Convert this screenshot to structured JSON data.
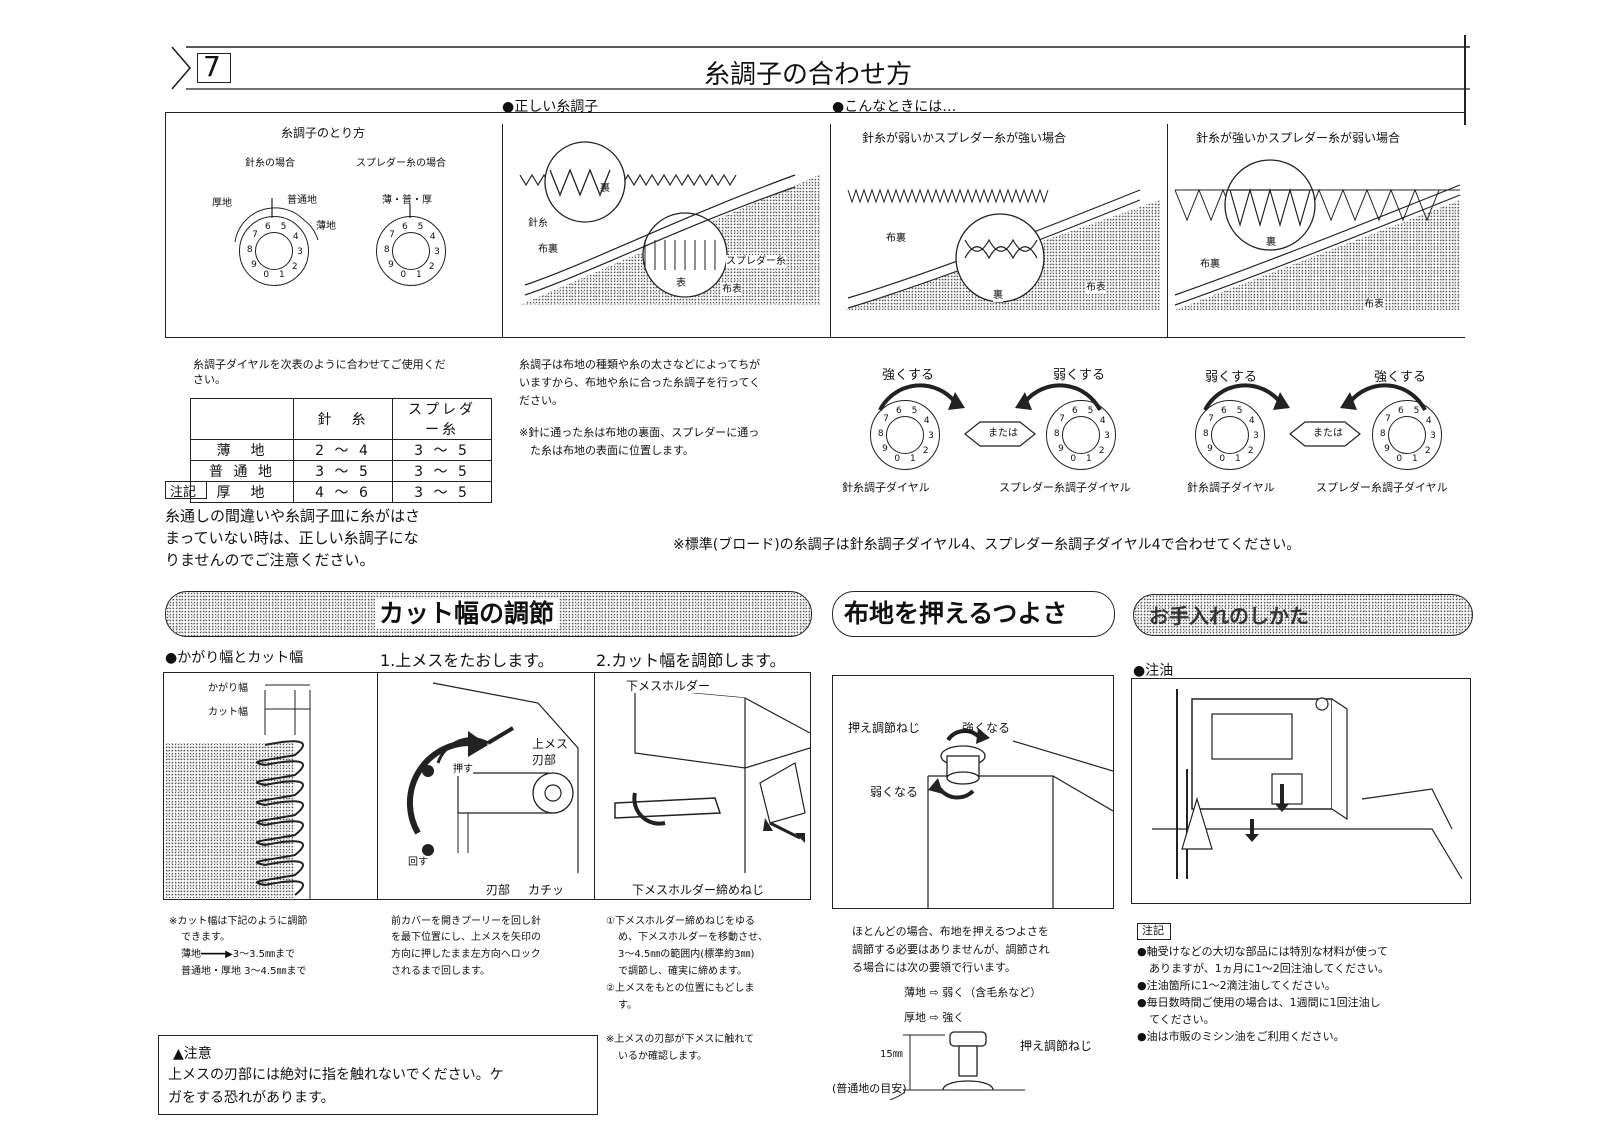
{
  "header": {
    "section_number": "7",
    "title": "糸調子の合わせ方",
    "correct_label": "●正しい糸調子",
    "when_label": "●こんなときには…"
  },
  "dial_guide": {
    "title": "糸調子のとり方",
    "needle_case": "針糸の場合",
    "spreader_case": "スプレダー糸の場合",
    "thick": "厚地",
    "normal": "普通地",
    "thin": "薄地",
    "spreader_all": "薄・普・厚",
    "dial_numbers": [
      "5",
      "4",
      "3",
      "2",
      "1",
      "0",
      "9",
      "8",
      "7",
      "6"
    ]
  },
  "correct_diagram": {
    "needle_thread": "針糸",
    "back": "裏",
    "fabric_back": "布裏",
    "spreader": "スプレダー糸",
    "front": "表",
    "fabric_front": "布表"
  },
  "case1": {
    "title": "針糸が弱いかスプレダー糸が強い場合",
    "fabric_back": "布裏",
    "back": "裏",
    "fabric_front": "布表"
  },
  "case2": {
    "title": "針糸が強いかスプレダー糸が弱い場合",
    "back": "裏",
    "fabric_back": "布裏",
    "fabric_front": "布表"
  },
  "usage": {
    "text1": "糸調子ダイヤルを次表のように合わせてご使用くだ",
    "text2": "さい。",
    "table_header": [
      "",
      "針　糸",
      "スプレダー糸"
    ],
    "table_rows": [
      [
        "薄　地",
        "2 ～ 4",
        "3 ～ 5"
      ],
      [
        "普 通 地",
        "3 ～ 5",
        "3 ～ 5"
      ],
      [
        "厚　地",
        "4 ～ 6",
        "3 ～ 5"
      ]
    ]
  },
  "note": {
    "label": "注記",
    "line1": "糸通しの間違いや糸調子皿に糸がはさ",
    "line2": "まっていない時は、正しい糸調子にな",
    "line3": "りませんのでご注意ください。"
  },
  "explain": {
    "line1": "糸調子は布地の種類や糸の太さなどによってちが",
    "line2": "いますから、布地や糸に合った糸調子を行ってく",
    "line3": "ださい。",
    "line4": "※針に通った糸は布地の裏面、スプレダーに通っ",
    "line5": "た糸は布地の表面に位置します。"
  },
  "adjust": {
    "stronger": "強くする",
    "weaker": "弱くする",
    "or": "または",
    "needle_dial": "針糸調子ダイヤル",
    "spreader_dial": "スプレダー糸調子ダイヤル"
  },
  "standard_note": "※標準(ブロード)の糸調子は針糸調子ダイヤル4、スプレダー糸調子ダイヤル4で合わせてください。",
  "cut_section": {
    "title": "カット幅の調節",
    "width_heading": "●かがり幅とカット幅",
    "step1": "1.上メスをたおします。",
    "step2": "2.カット幅を調節します。",
    "overlock_width": "かがり幅",
    "cut_width": "カット幅",
    "upper_knife": "上メス",
    "blade": "刃部",
    "push": "押す",
    "turn": "回す",
    "blade_part": "刃部",
    "click": "カチッ",
    "lower_holder": "下メスホルダー",
    "holder_screw": "下メスホルダー締めねじ",
    "note_a1": "※カット幅は下記のように調節",
    "note_a2": "できます。",
    "note_a3": "薄地━━━━▶3～3.5㎜まで",
    "note_a4": "普通地・厚地 3～4.5㎜まで",
    "note_b1": "前カバーを開きプーリーを回し針",
    "note_b2": "を最下位置にし、上メスを矢印の",
    "note_b3": "方向に押したまま左方向へロック",
    "note_b4": "されるまで回します。",
    "note_c1": "①下メスホルダー締めねじをゆる",
    "note_c2": "め、下メスホルダーを移動させ、",
    "note_c3": "3～4.5㎜の範囲内(標準約3㎜)",
    "note_c4": "で調節し、確実に締めます。",
    "note_c5": "②上メスをもとの位置にもどしま",
    "note_c6": "す。",
    "note_c7": "※上メスの刃部が下メスに触れて",
    "note_c8": "いるか確認します。"
  },
  "caution": {
    "label": "▲注意",
    "line1": "上メスの刃部には絶対に指を触れないでください。ケ",
    "line2": "ガをする恐れがあります。"
  },
  "press_section": {
    "title": "布地を押えるつよさ",
    "screw": "押え調節ねじ",
    "stronger": "強くなる",
    "weaker": "弱くなる",
    "text1": "ほとんどの場合、布地を押えるつよさを",
    "text2": "調節する必要はありませんが、調節され",
    "text3": "る場合には次の要領で行います。",
    "thin": "薄地 ⇨ 弱く（含毛糸など）",
    "thick": "厚地 ⇨ 強く",
    "height": "15㎜",
    "screw2": "押え調節ねじ",
    "guide": "(普通地の目安)"
  },
  "oil_section": {
    "title": "お手入れのしかた",
    "heading": "●注油",
    "note_label": "注記",
    "b1": "●軸受けなどの大切な部品には特別な材料が使って",
    "b1b": "ありますが、1ヵ月に1～2回注油してください。",
    "b2": "●注油箇所に1～2滴注油してください。",
    "b3": "●毎日数時間ご使用の場合は、1週間に1回注油し",
    "b3b": "てください。",
    "b4": "●油は市販のミシン油をご利用ください。"
  }
}
